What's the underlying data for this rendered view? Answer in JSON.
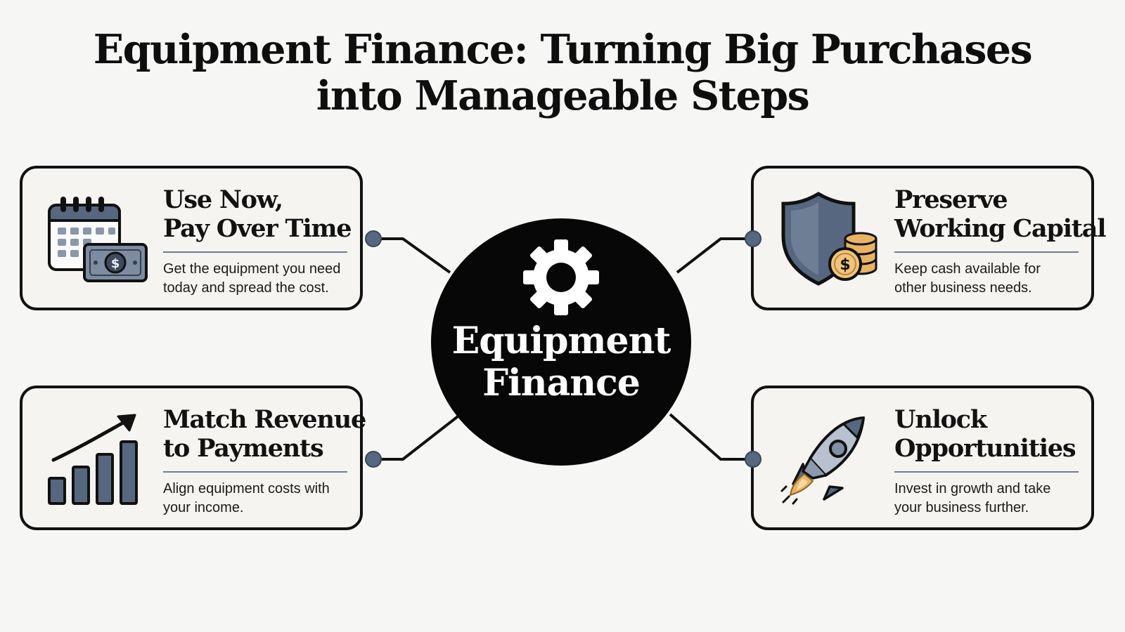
{
  "title": {
    "line1": "Equipment Finance: Turning Big Purchases",
    "line2": "into Manageable Steps"
  },
  "hub": {
    "line1": "Equipment",
    "line2": "Finance",
    "icon": "gear-icon"
  },
  "cards": [
    {
      "heading_line1": "Use Now,",
      "heading_line2": "Pay Over Time",
      "desc_line1": "Get the equipment you need",
      "desc_line2": "today and spread the cost.",
      "icon": "calendar-cash-icon"
    },
    {
      "heading_line1": "Preserve",
      "heading_line2": "Working Capital",
      "desc_line1": "Keep cash available for",
      "desc_line2": "other business needs.",
      "icon": "shield-coins-icon"
    },
    {
      "heading_line1": "Match Revenue",
      "heading_line2": "to Payments",
      "desc_line1": "Align equipment costs with",
      "desc_line2": "your income.",
      "icon": "growth-chart-icon"
    },
    {
      "heading_line1": "Unlock",
      "heading_line2": "Opportunities",
      "desc_line1": "Invest in growth and take",
      "desc_line2": "your business further.",
      "icon": "rocket-icon"
    }
  ],
  "colors": {
    "background": "#f6f6f5",
    "card_border": "#111111",
    "accent_slate": "#56677f",
    "coin_gold": "#e8b463",
    "hub": "#070707"
  }
}
